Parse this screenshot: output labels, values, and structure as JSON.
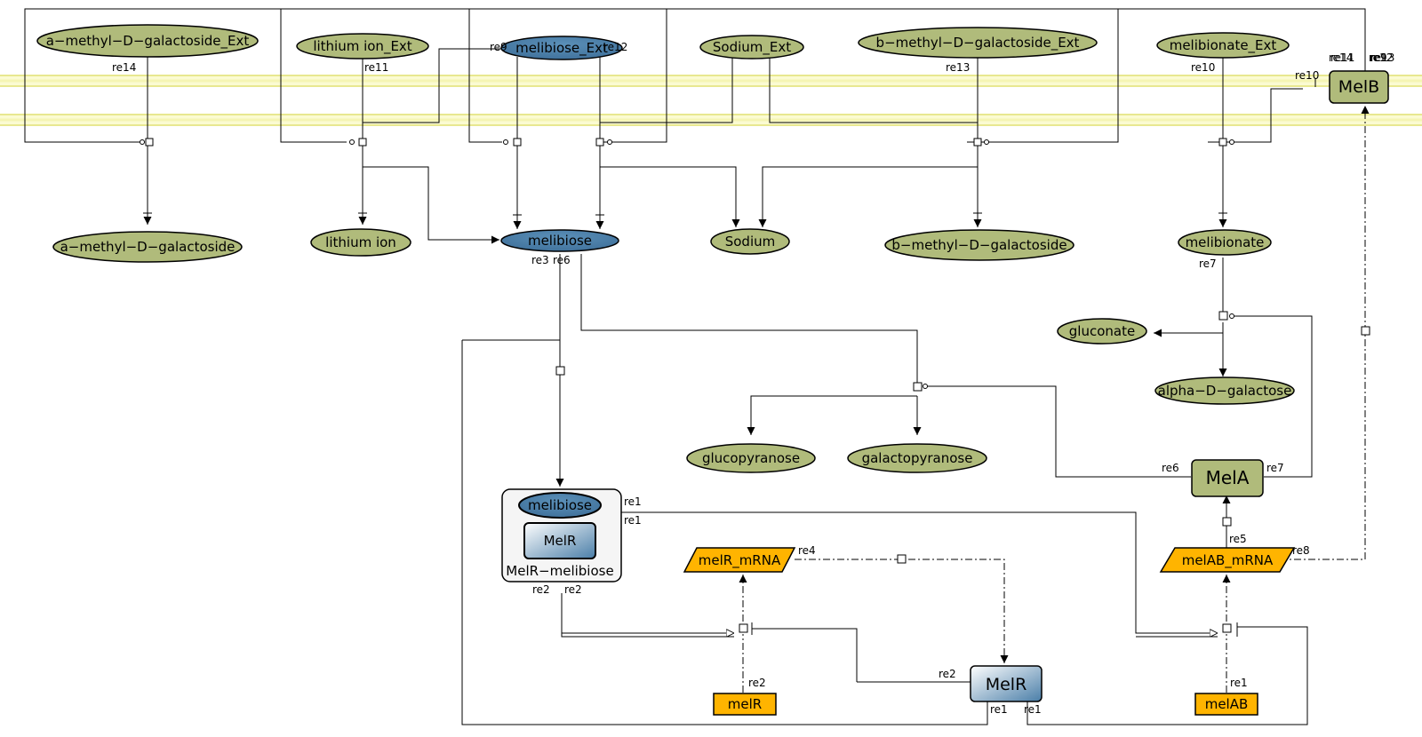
{
  "colors": {
    "simple_molecule": "#b0bb7b",
    "ion_node": "#b0bb7b",
    "melibiose_node": "#4a7ea8",
    "protein_node": "#b0bb7b",
    "gene_node": "#ffb400",
    "rna_node": "#ffb400",
    "membrane": "#e2e27a"
  },
  "species": {
    "a_methyl_ext": "a−methyl−D−galactoside_Ext",
    "lithium_ext": "lithium ion_Ext",
    "melibiose_ext": "melibiose_Ext",
    "sodium_ext": "Sodium_Ext",
    "b_methyl_ext": "b−methyl−D−galactoside_Ext",
    "melibionate_ext": "melibionate_Ext",
    "a_methyl": "a−methyl−D−galactoside",
    "lithium": "lithium ion",
    "melibiose": "melibiose",
    "sodium": "Sodium",
    "b_methyl": "b−methyl−D−galactoside",
    "melibionate": "melibionate",
    "gluconate": "gluconate",
    "alpha_gal": "alpha−D−galactose",
    "glucopyranose": "glucopyranose",
    "galactopyranose": "galactopyranose",
    "melB": "MelB",
    "melA": "MelA",
    "melR_protein": "MelR",
    "complex_melibiose": "melibiose",
    "complex_melR": "MelR",
    "complex_label": "MelR−melibiose",
    "melR_mRNA": "melR_mRNA",
    "melAB_mRNA": "melAB_mRNA",
    "melR_gene": "melR",
    "melAB_gene": "melAB"
  },
  "reaction_labels": {
    "re14": "re14",
    "re11": "re11",
    "re9": "re9",
    "re12": "re12",
    "re13": "re13",
    "re10": "re10",
    "melb_re14": "re14",
    "melb_re11": "re11",
    "melb_re12": "re12",
    "melb_re13": "re13",
    "melb_re9": "re9",
    "melb_re10": "re10",
    "re3": "re3",
    "re6": "re6",
    "re7": "re7",
    "mela_re6": "re6",
    "mela_re7": "re7",
    "complex_re1a": "re1",
    "complex_re1b": "re1",
    "complex_re2a": "re2",
    "complex_re2b": "re2",
    "re4": "re4",
    "re8": "re8",
    "re5": "re5",
    "gene_re2": "re2",
    "gene_re1": "re1",
    "melr_re2": "re2",
    "melr_re1a": "re1",
    "melr_re1b": "re1"
  }
}
